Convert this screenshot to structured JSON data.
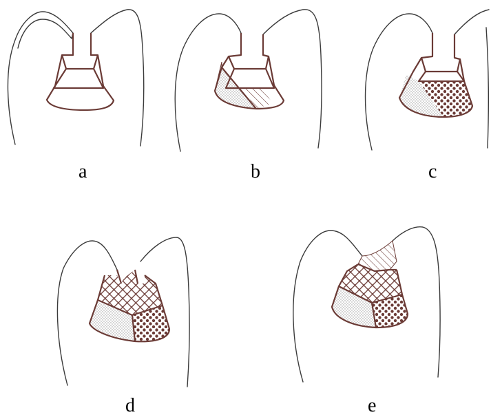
{
  "colors": {
    "ink": "#3b3b3b",
    "cavity": "#6b3b36",
    "fine_dots": "#9a9a9a",
    "hatch": "#6b3b36"
  },
  "panels": [
    {
      "id": "a",
      "label": "a"
    },
    {
      "id": "b",
      "label": "b"
    },
    {
      "id": "c",
      "label": "c"
    },
    {
      "id": "d",
      "label": "d"
    },
    {
      "id": "e",
      "label": "e"
    }
  ]
}
